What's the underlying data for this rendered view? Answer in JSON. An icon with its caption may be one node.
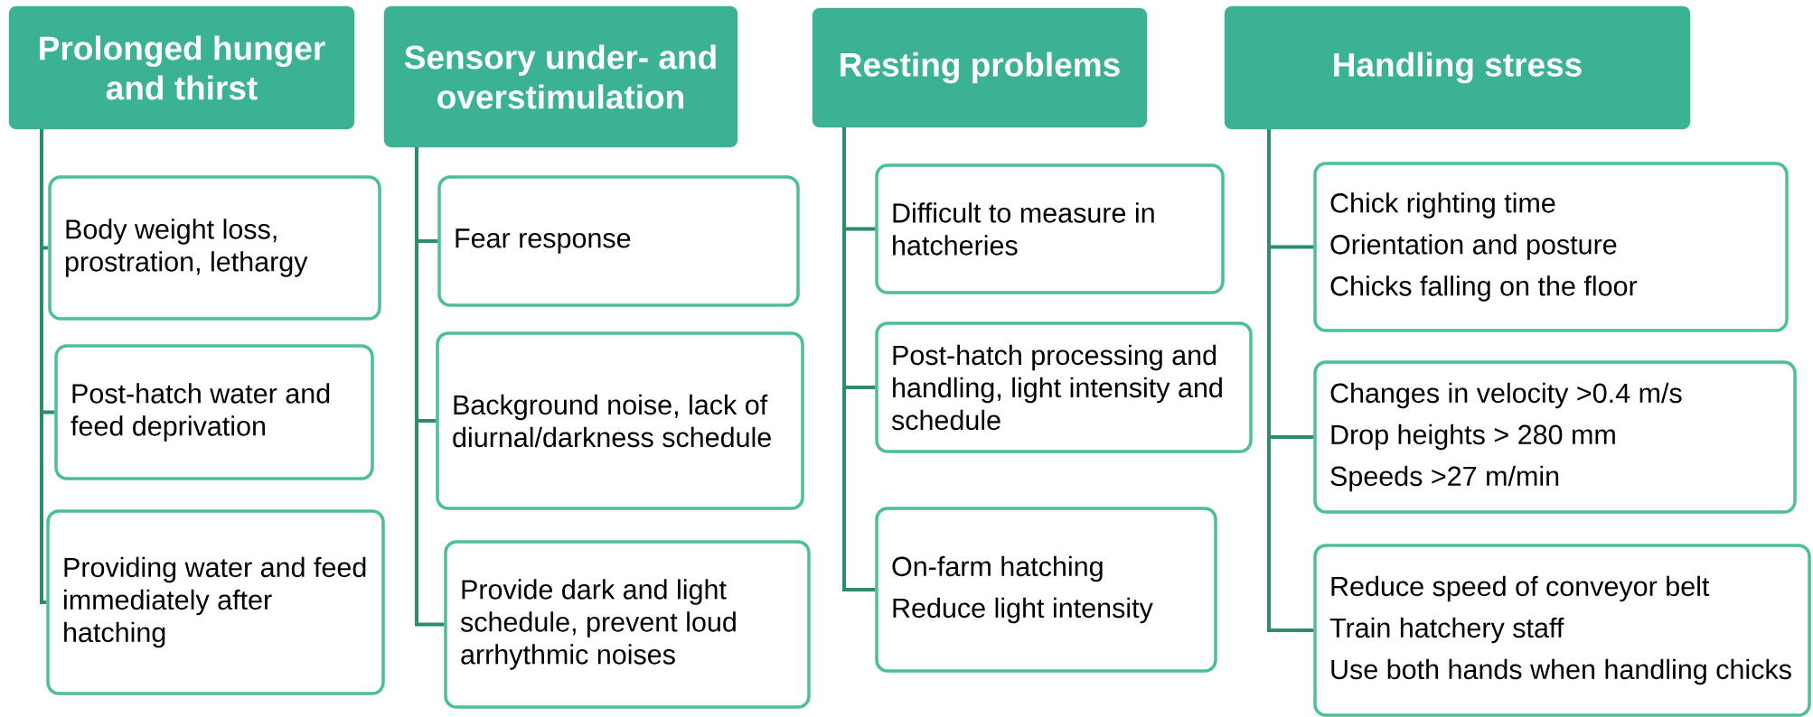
{
  "diagram": {
    "nodes": [
      {
        "text": [
          "Prolonged hunger and thirst"
        ]
      },
      {
        "text": [
          "Body weight loss, prostration, lethargy"
        ]
      },
      {
        "text": [
          "Post-hatch water and feed deprivation"
        ]
      },
      {
        "text": [
          "Providing water and feed immediately after hatching"
        ]
      },
      {
        "text": [
          "Sensory under- and overstimulation"
        ]
      },
      {
        "text": [
          "Fear response"
        ]
      },
      {
        "text": [
          "Background noise, lack of diurnal/darkness schedule"
        ]
      },
      {
        "text": [
          "Provide dark and light schedule, prevent loud arrhythmic noises"
        ]
      },
      {
        "text": [
          "Resting problems"
        ]
      },
      {
        "text": [
          "Difficult to measure in hatcheries"
        ]
      },
      {
        "text": [
          "Post-hatch processing and handling, light intensity and schedule"
        ]
      },
      {
        "text": [
          "On-farm hatching",
          "Reduce light intensity"
        ]
      },
      {
        "text": [
          "Handling stress"
        ]
      },
      {
        "text": [
          "Chick righting time",
          "Orientation and posture",
          "Chicks falling on the floor"
        ]
      },
      {
        "text": [
          "Changes in velocity >0.4 m/s",
          "Drop heights > 280 mm",
          "Speeds >27 m/min"
        ]
      },
      {
        "text": [
          "Reduce speed of conveyor belt",
          "Train hatchery staff",
          "Use both hands when handling chicks"
        ]
      }
    ],
    "edges": [
      {
        "from": 0,
        "to": 1,
        "arrow": "none"
      },
      {
        "from": 0,
        "to": 2,
        "arrow": "none"
      },
      {
        "from": 0,
        "to": 3,
        "arrow": "none"
      },
      {
        "from": 4,
        "to": 5,
        "arrow": "none"
      },
      {
        "from": 4,
        "to": 6,
        "arrow": "none"
      },
      {
        "from": 4,
        "to": 7,
        "arrow": "none"
      },
      {
        "from": 8,
        "to": 9,
        "arrow": "none"
      },
      {
        "from": 8,
        "to": 10,
        "arrow": "none"
      },
      {
        "from": 8,
        "to": 11,
        "arrow": "none"
      },
      {
        "from": 12,
        "to": 13,
        "arrow": "none"
      },
      {
        "from": 12,
        "to": 14,
        "arrow": "none"
      },
      {
        "from": 12,
        "to": 15,
        "arrow": "none"
      }
    ]
  }
}
